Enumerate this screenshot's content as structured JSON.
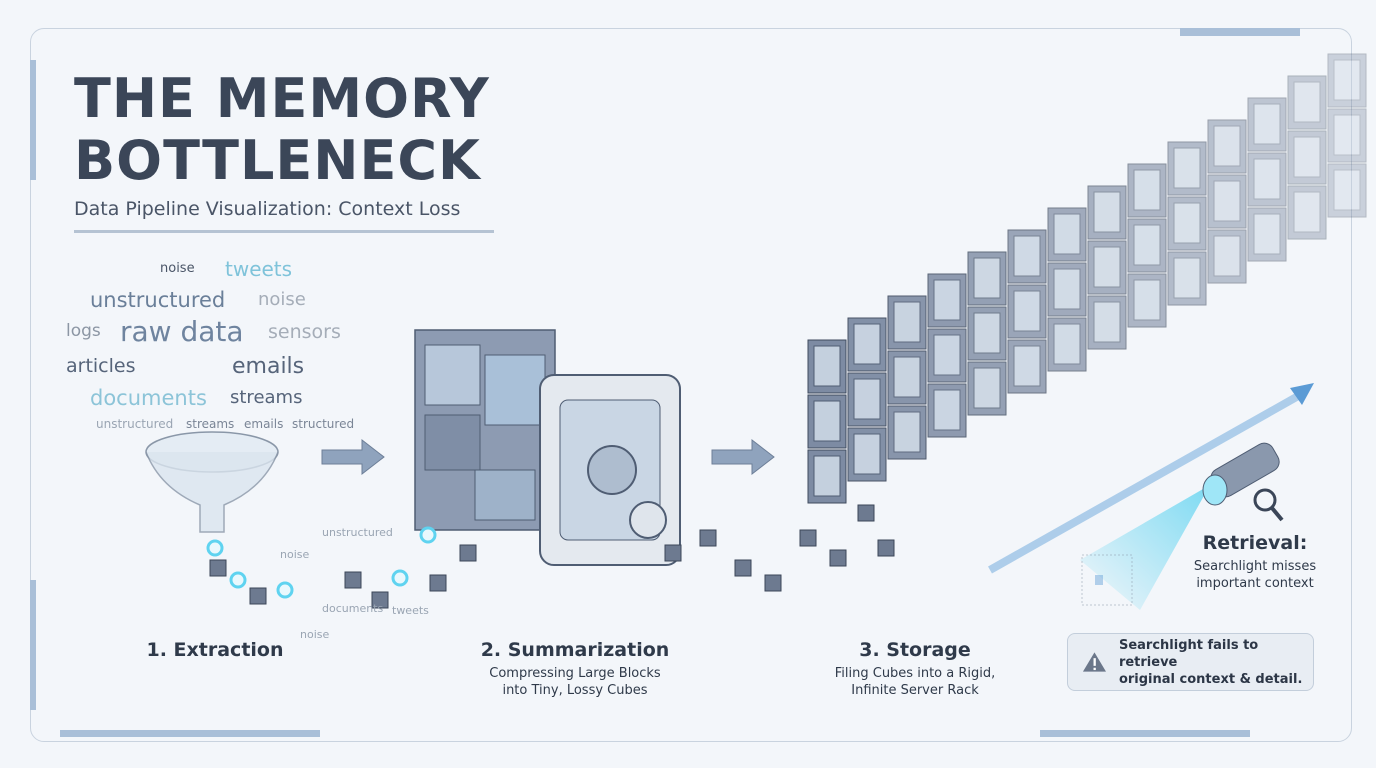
{
  "title": {
    "line1": "THE MEMORY",
    "line2": "BOTTLENECK"
  },
  "subtitle": "Data Pipeline Visualization: Context Loss",
  "word_cloud": [
    {
      "text": "noise",
      "color": "#4a5567"
    },
    {
      "text": "tweets",
      "color": "#7fc3da"
    },
    {
      "text": "unstructured",
      "color": "#6a7f99"
    },
    {
      "text": "noise",
      "color": "#a5adb8"
    },
    {
      "text": "logs",
      "color": "#8c96a4"
    },
    {
      "text": "raw data",
      "color": "#6f849f"
    },
    {
      "text": "sensors",
      "color": "#a5adb8"
    },
    {
      "text": "articles",
      "color": "#56647a"
    },
    {
      "text": "emails",
      "color": "#56647a"
    },
    {
      "text": "documents",
      "color": "#8cc4d8"
    },
    {
      "text": "streams",
      "color": "#56647a"
    },
    {
      "text": "unstructured",
      "color": "#9aa5b3"
    },
    {
      "text": "streams",
      "color": "#7a8596"
    },
    {
      "text": "emails",
      "color": "#7a8596"
    },
    {
      "text": "structured",
      "color": "#7a8596"
    }
  ],
  "drift_words": [
    "noise",
    "unstructured",
    "documents",
    "noise",
    "tweets"
  ],
  "steps": [
    {
      "label": "1. Extraction",
      "description": ""
    },
    {
      "label": "2. Summarization",
      "description_line1": "Compressing Large Blocks",
      "description_line2": "into Tiny, Lossy Cubes"
    },
    {
      "label": "3. Storage",
      "description_line1": "Filing Cubes into a Rigid,",
      "description_line2": "Infinite Server Rack"
    }
  ],
  "retrieval": {
    "label": "Retrieval:",
    "line1": "Searchlight misses",
    "line2": "important context"
  },
  "callout": {
    "icon": "warning-triangle-icon",
    "line1": "Searchlight fails to retrieve",
    "line2": "original context & detail."
  },
  "colors": {
    "accent_glow": "#5fd3f0",
    "server": "#6b7a93",
    "frame": "#c9d3df"
  }
}
